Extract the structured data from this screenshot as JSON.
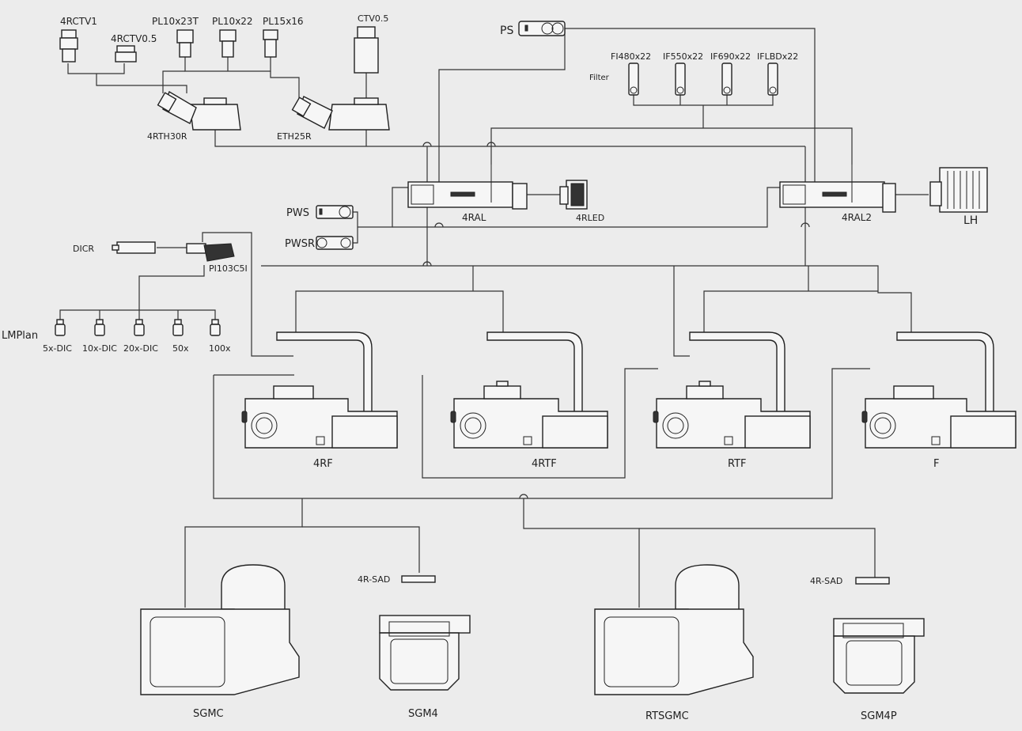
{
  "labels": {
    "ps": "PS",
    "filter": "Filter",
    "f1": "FI480x22",
    "f2": "IF550x22",
    "f3": "IF690x22",
    "f4": "IFLBDx22",
    "rctv1": "4RCTV1",
    "rctv05": "4RCTV0.5",
    "pl10x23t": "PL10x23T",
    "pl10x22": "PL10x22",
    "pl15x16": "PL15x16",
    "ctv05": "CTV0.5",
    "rth30r": "4RTH30R",
    "eth25r": "ETH25R",
    "ral": "4RAL",
    "rled": "4RLED",
    "ral2": "4RAL2",
    "lh": "LH",
    "pws": "PWS",
    "pwsr": "PWSR",
    "dicr": "DICR",
    "pi103": "PI103C5I",
    "lmplan": "LMPlan",
    "obj1": "5x-DIC",
    "obj2": "10x-DIC",
    "obj3": "20x-DIC",
    "obj4": "50x",
    "obj5": "100x",
    "s1": "4RF",
    "s2": "4RTF",
    "s3": "RTF",
    "s4": "F",
    "sad1": "4R-SAD",
    "sad2": "4R-SAD",
    "sgmc": "SGMC",
    "sgm4": "SGM4",
    "rtsgmc": "RTSGMC",
    "sgm4p": "SGM4P"
  }
}
